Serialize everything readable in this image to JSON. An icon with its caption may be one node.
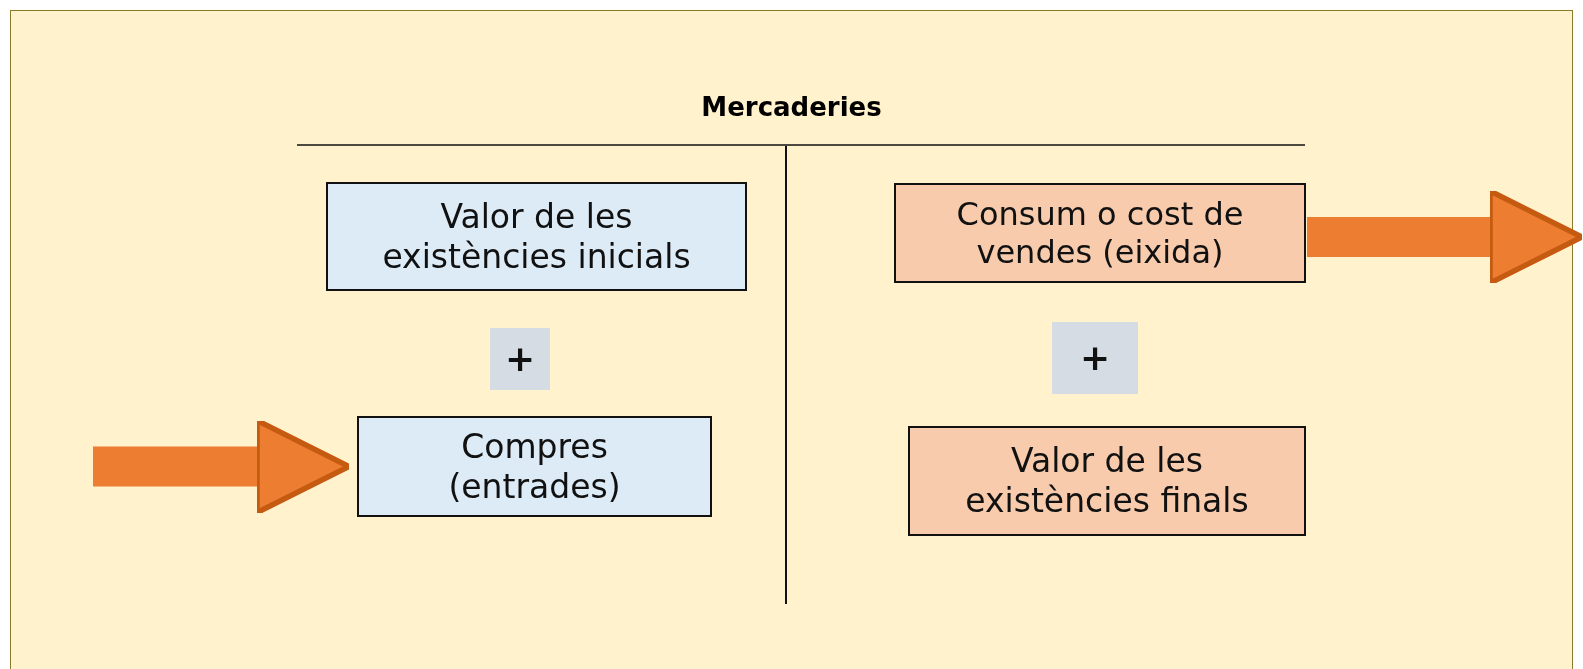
{
  "diagram": {
    "title": "Mercaderies",
    "nodes": [
      {
        "text": [
          "Valor de les existències inicials"
        ]
      },
      {
        "text": [
          "+"
        ]
      },
      {
        "text": [
          "Compres (entrades)"
        ]
      },
      {
        "text": [
          "Consum o cost de vendes (eixida)"
        ]
      },
      {
        "text": [
          "+"
        ]
      },
      {
        "text": [
          "Valor de les existències finals"
        ]
      }
    ],
    "edges": [
      {
        "from": null,
        "to": 2,
        "arrow": "to"
      },
      {
        "from": 3,
        "to": null,
        "arrow": "to"
      }
    ]
  }
}
